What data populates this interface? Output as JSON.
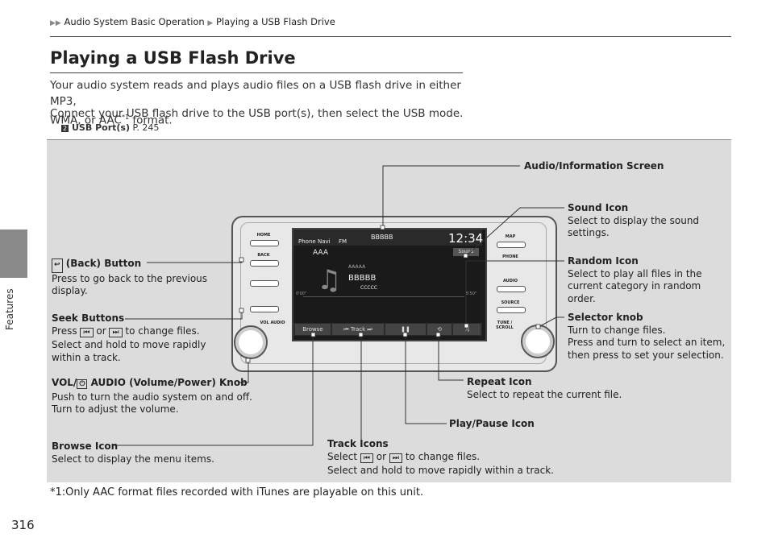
{
  "sidebar": {
    "section": "Features"
  },
  "breadcrumb": {
    "item1": "Audio System Basic Operation",
    "item2": "Playing a USB Flash Drive",
    "marker": "▶▶"
  },
  "page": {
    "title": "Playing a USB Flash Drive",
    "intro_line1": "Your audio system reads and plays audio files on a USB flash drive in either MP3,",
    "intro_line2a": "WMA, or AAC",
    "intro_sup": "*1",
    "intro_line2b": " format.",
    "intro_line3": "Connect your USB flash drive to the USB port(s), then select the USB mode.",
    "ref_icon": "2",
    "ref_label": "USB Port(s)",
    "ref_page": "P. 245",
    "footnote": "*1:Only AAC format files recorded with iTunes are playable on this unit.",
    "page_number": "316"
  },
  "callouts": {
    "audio_info_screen": "Audio/Information Screen",
    "sound_icon_title": "Sound Icon",
    "sound_icon_desc1": "Select to display the sound",
    "sound_icon_desc2": "settings.",
    "back_title": "(Back) Button",
    "back_desc1": "Press to go back to the previous",
    "back_desc2": "display.",
    "random_title": "Random Icon",
    "random_desc1": "Select to play all files in the",
    "random_desc2": "current category in random",
    "random_desc3": "order.",
    "seek_title": "Seek Buttons",
    "seek_desc1a": "Press",
    "seek_desc1b": "or",
    "seek_desc1c": "to change files.",
    "seek_desc2": "Select and hold to move rapidly",
    "seek_desc3": "within a track.",
    "selector_title": "Selector knob",
    "selector_desc1": "Turn to change files.",
    "selector_desc2": "Press and turn to select an item,",
    "selector_desc3": "then press to set your selection.",
    "vol_title_a": "VOL/",
    "vol_title_b": "AUDIO (Volume/Power) Knob",
    "vol_desc1": "Push to turn the audio system on and off.",
    "vol_desc2": "Turn to adjust the volume.",
    "repeat_title": "Repeat Icon",
    "repeat_desc": "Select to repeat the current file.",
    "playpause_title": "Play/Pause Icon",
    "browse_title": "Browse Icon",
    "browse_desc": "Select to display the menu items.",
    "track_title": "Track Icons",
    "track_desc1a": "Select",
    "track_desc1b": "or",
    "track_desc1c": "to change files.",
    "track_desc2": "Select and hold to move rapidly within a track."
  },
  "head_unit": {
    "buttons": [
      "HOME",
      "BACK",
      "",
      "",
      "VOL AUDIO"
    ],
    "right_buttons": [
      "MAP",
      "PHONE",
      "AUDIO",
      "SOURCE",
      "TUNE / SCROLL"
    ],
    "status_items": [
      "Phone",
      "Navi",
      "FM"
    ],
    "status_track": "BBBBB",
    "clock": "12:34",
    "album": "AAA",
    "sound_label": "Sound",
    "artist": "AAAAA",
    "song": "BBBBB",
    "sub": "CCCCC",
    "time_start": "0'00\"",
    "time_end": "5'50\"",
    "browse_label": "Browse",
    "track_label": "Track"
  }
}
